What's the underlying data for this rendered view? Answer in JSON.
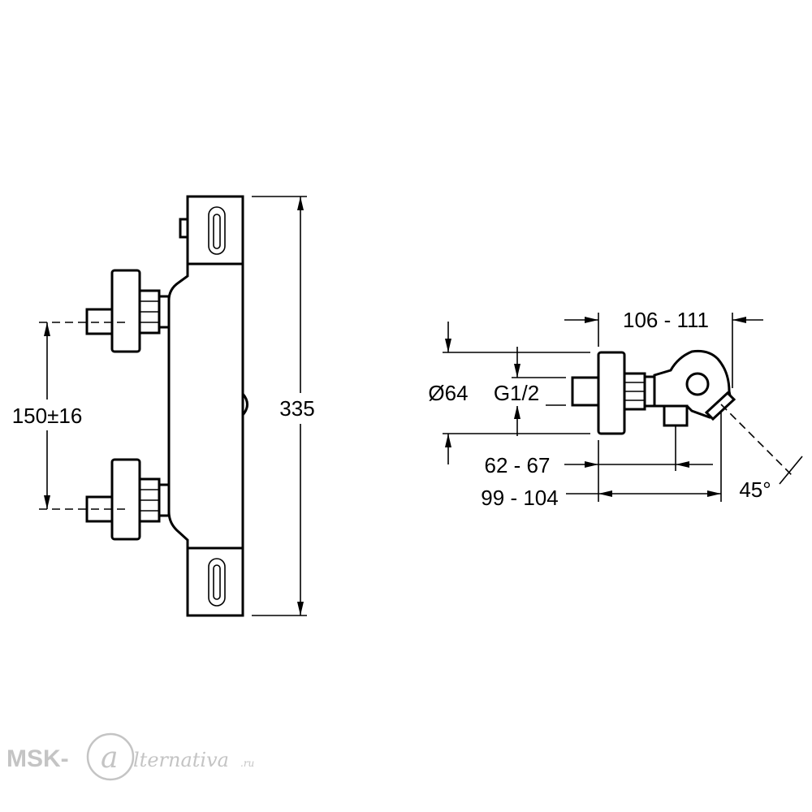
{
  "front_view": {
    "dimensions": {
      "height": "335",
      "inlet_spacing": "150±16"
    }
  },
  "side_view": {
    "dimensions": {
      "overall_depth": "106 - 111",
      "flange_diameter": "Ø64",
      "thread": "G1/2",
      "outlet_offset": "62 - 67",
      "body_depth": "99 - 104",
      "outlet_angle": "45°"
    }
  },
  "watermark": {
    "prefix": "MSK-",
    "script": "lternativa",
    "suffix": ".ru"
  }
}
